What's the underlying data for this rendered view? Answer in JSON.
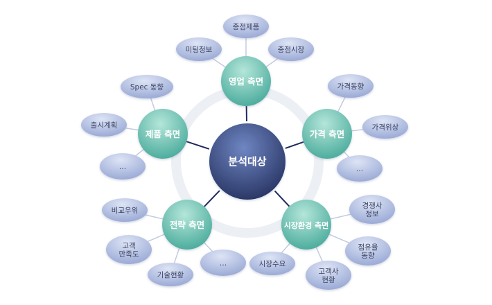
{
  "center": {
    "label": "분석대상"
  },
  "aspects": [
    {
      "id": "sales",
      "label": "영업 측면",
      "items": [
        [
          "중점제품"
        ],
        [
          "미팅정보"
        ],
        [
          "중점시장"
        ]
      ]
    },
    {
      "id": "price",
      "label": "가격 측면",
      "items": [
        [
          "가격동향"
        ],
        [
          "가격위상"
        ],
        [
          "…"
        ]
      ]
    },
    {
      "id": "market",
      "label": "시장환경 측면",
      "items": [
        [
          "경쟁사",
          "정보"
        ],
        [
          "점유율",
          "동향"
        ],
        [
          "고객사",
          "현황"
        ],
        [
          "시장수요"
        ]
      ]
    },
    {
      "id": "strategy",
      "label": "전략 측면",
      "items": [
        [
          "…"
        ],
        [
          "기술현황"
        ],
        [
          "고객",
          "만족도"
        ],
        [
          "비교우위"
        ]
      ]
    },
    {
      "id": "product",
      "label": "제품 측면",
      "items": [
        [
          "Spec 동향"
        ],
        [
          "출시계획"
        ],
        [
          "…"
        ]
      ]
    }
  ],
  "colors": {
    "center_dark": "#24305e",
    "center_light": "#6f86c2",
    "aspect_dark": "#3fa595",
    "aspect_light": "#b4e6da",
    "leaf_dark": "#8e9fd0",
    "leaf_light": "#dde4f5",
    "ring": "#eceff4",
    "connector": "#1d2a5c",
    "leaf_line": "#c3cbe0"
  }
}
